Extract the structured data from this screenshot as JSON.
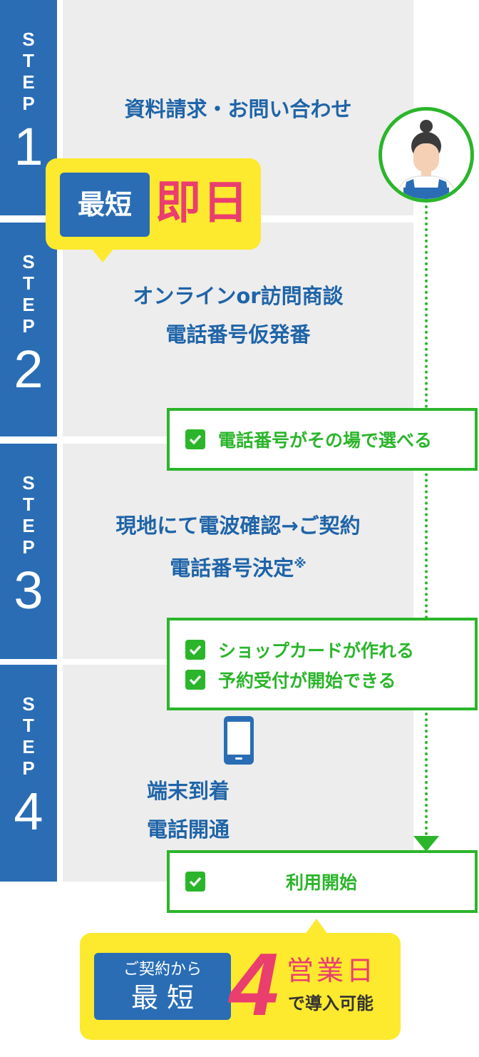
{
  "steps": [
    {
      "word": [
        "S",
        "T",
        "E",
        "P"
      ],
      "number": "1",
      "lines": [
        "資料請求・お問い合わせ"
      ]
    },
    {
      "word": [
        "S",
        "T",
        "E",
        "P"
      ],
      "number": "2",
      "lines": [
        "オンラインor訪問商談",
        "電話番号仮発番"
      ]
    },
    {
      "word": [
        "S",
        "T",
        "E",
        "P"
      ],
      "number": "3",
      "lines": [
        "現地にて電波確認→ご契約",
        "電話番号決定"
      ],
      "note_mark": "※"
    },
    {
      "word": [
        "S",
        "T",
        "E",
        "P"
      ],
      "number": "4",
      "lines": [
        "端末到着",
        "電話開通"
      ]
    }
  ],
  "badge_top": {
    "label": "最短",
    "value": "即日"
  },
  "checks": {
    "box1": [
      "電話番号がその場で選べる"
    ],
    "box2": [
      "ショップカードが作れる",
      "予約受付が開始できる"
    ],
    "box3": [
      "利用開始"
    ]
  },
  "badge_bottom": {
    "label_small": "ご契約から",
    "label_big": "最 短",
    "number": "4",
    "unit": "営業日",
    "suffix": "で導入可能"
  },
  "icons": [
    "person-avatar-icon",
    "smartphone-icon",
    "check-icon",
    "arrow-down-icon"
  ],
  "colors": {
    "blue": "#2a6db5",
    "green": "#2bb52b",
    "yellow": "#fde92e",
    "pink": "#ea3e6e",
    "gray": "#ededed"
  }
}
